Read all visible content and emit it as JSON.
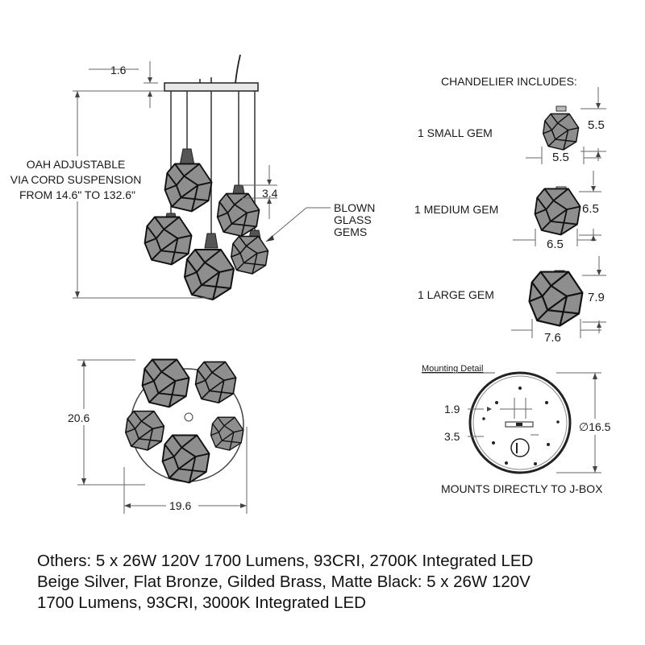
{
  "elevation": {
    "canopy_height": "1.6",
    "oah_lines": [
      "OAH ADJUSTABLE",
      "VIA CORD SUSPENSION",
      "FROM 14.6\" TO 132.6\""
    ],
    "socket_dim": "3.4",
    "glass_callout": [
      "BLOWN",
      "GLASS",
      "GEMS"
    ]
  },
  "includes": {
    "heading": "CHANDELIER INCLUDES:",
    "items": [
      {
        "label": "1 SMALL GEM",
        "height": "5.5",
        "width": "5.5"
      },
      {
        "label": "1 MEDIUM GEM",
        "height": "6.5",
        "width": "6.5"
      },
      {
        "label": "1 LARGE GEM",
        "height": "7.9",
        "width": "7.6"
      }
    ]
  },
  "plan": {
    "depth": "20.6",
    "width": "19.6"
  },
  "mounting": {
    "title": "Mounting  Detail",
    "dim_a": "1.9",
    "dim_b": "3.5",
    "diameter": "∅16.5",
    "note": "MOUNTS DIRECTLY TO J-BOX"
  },
  "notes": [
    "Others: 5 x 26W 120V 1700 Lumens, 93CRI, 2700K Integrated LED",
    "Beige Silver, Flat Bronze, Gilded Brass, Matte Black: 5 x 26W 120V",
    "1700 Lumens, 93CRI, 3000K Integrated LED"
  ]
}
